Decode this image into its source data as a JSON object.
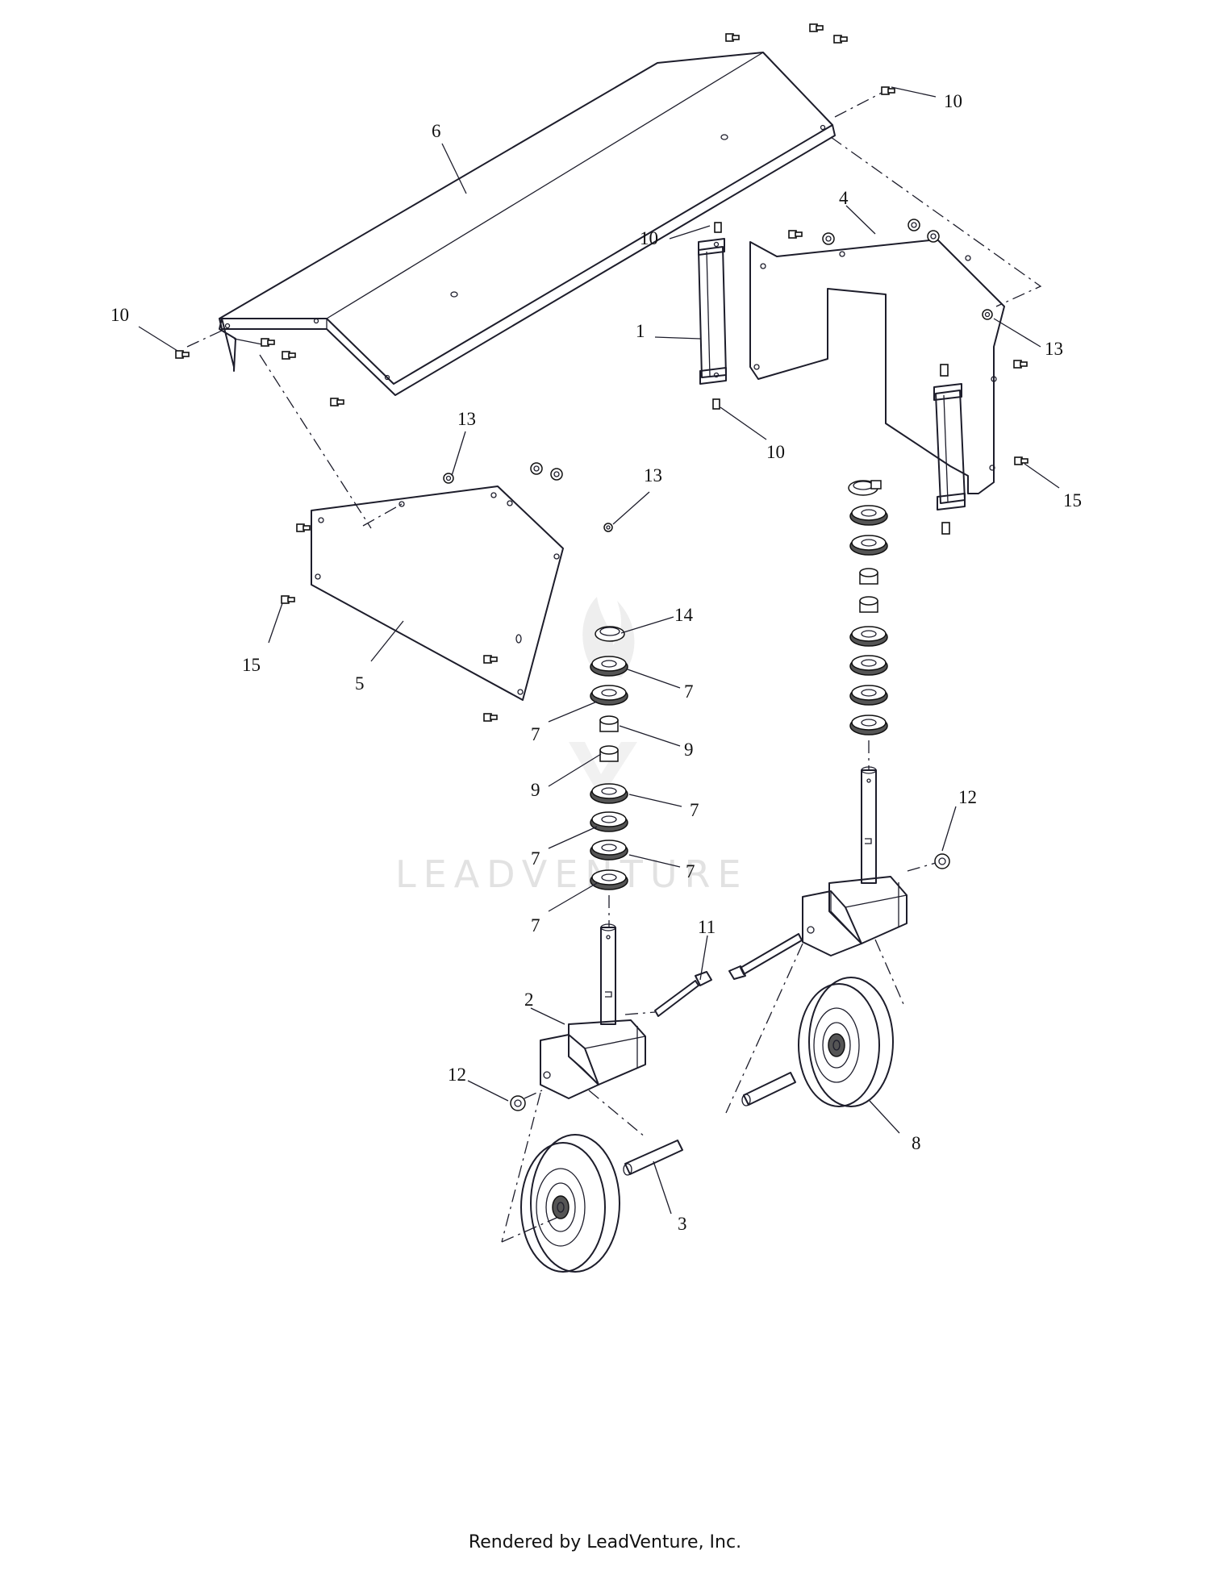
{
  "diagram": {
    "callouts": {
      "c1": "1",
      "c2": "2",
      "c3": "3",
      "c4": "4",
      "c5": "5",
      "c6": "6",
      "c7a": "7",
      "c7b": "7",
      "c7c": "7",
      "c7d": "7",
      "c7e": "7",
      "c7f": "7",
      "c8": "8",
      "c9a": "9",
      "c9b": "9",
      "c10a": "10",
      "c10b": "10",
      "c10c": "10",
      "c10d": "10",
      "c11": "11",
      "c12a": "12",
      "c12b": "12",
      "c13a": "13",
      "c13b": "13",
      "c13c": "13",
      "c14": "14",
      "c15a": "15",
      "c15b": "15"
    },
    "watermark": "LEADVENTURE"
  },
  "footer": {
    "text": "Rendered by LeadVenture, Inc."
  }
}
